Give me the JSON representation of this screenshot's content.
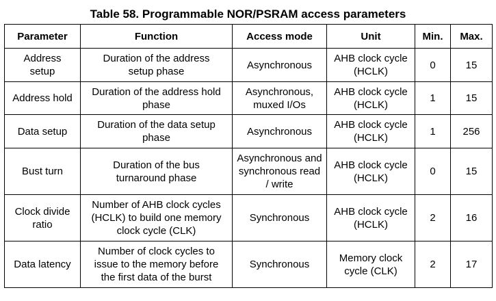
{
  "table": {
    "caption": "Table 58. Programmable NOR/PSRAM access parameters",
    "headers": [
      "Parameter",
      "Function",
      "Access mode",
      "Unit",
      "Min.",
      "Max."
    ],
    "rows": [
      {
        "parameter": "Address\nsetup",
        "function": "Duration of the address\nsetup phase",
        "access_mode": "Asynchronous",
        "unit": "AHB clock cycle\n(HCLK)",
        "min": "0",
        "max": "15"
      },
      {
        "parameter": "Address hold",
        "function": "Duration of the address hold\nphase",
        "access_mode": "Asynchronous,\nmuxed I/Os",
        "unit": "AHB clock cycle\n(HCLK)",
        "min": "1",
        "max": "15"
      },
      {
        "parameter": "Data setup",
        "function": "Duration of the data setup\nphase",
        "access_mode": "Asynchronous",
        "unit": "AHB clock cycle\n(HCLK)",
        "min": "1",
        "max": "256"
      },
      {
        "parameter": "Bust turn",
        "function": "Duration of the bus\nturnaround phase",
        "access_mode": "Asynchronous and\nsynchronous read\n/ write",
        "unit": "AHB clock cycle\n(HCLK)",
        "min": "0",
        "max": "15"
      },
      {
        "parameter": "Clock divide\nratio",
        "function": "Number of AHB clock cycles\n(HCLK) to build one memory\nclock cycle (CLK)",
        "access_mode": "Synchronous",
        "unit": "AHB clock cycle\n(HCLK)",
        "min": "2",
        "max": "16"
      },
      {
        "parameter": "Data latency",
        "function": "Number of clock cycles to\nissue to the memory before\nthe first data of the burst",
        "access_mode": "Synchronous",
        "unit": "Memory clock\ncycle (CLK)",
        "min": "2",
        "max": "17"
      }
    ]
  }
}
